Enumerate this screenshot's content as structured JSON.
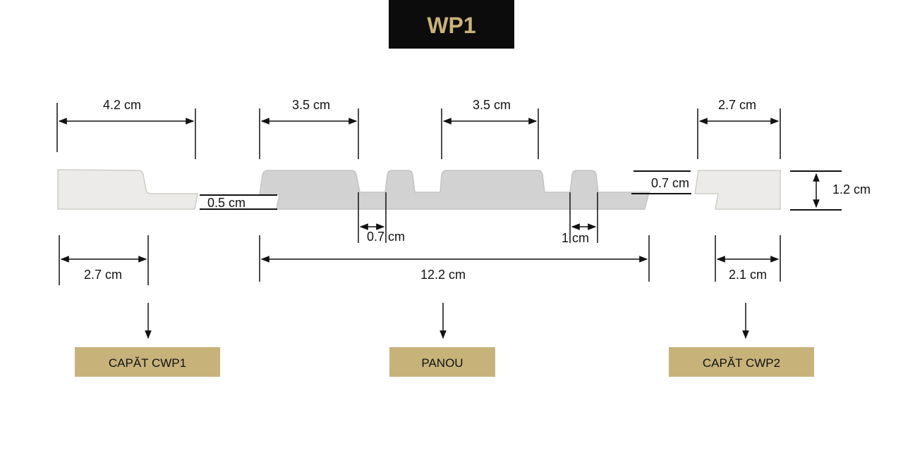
{
  "title": "WP1",
  "colors": {
    "title_bg": "#0c0c0c",
    "title_text": "#c9b27a",
    "label_bg": "#c7b27a",
    "end_piece": "#ecebe9",
    "panel": "#d2d2d2"
  },
  "dimensions": {
    "cwp1_width": "4.2 cm",
    "panel_ridge_1": "3.5 cm",
    "panel_ridge_2": "3.5 cm",
    "cwp2_width": "2.7 cm",
    "tongue_height": "0.5 cm",
    "groove_height": "0.7 cm",
    "total_height": "1.2 cm",
    "groove_1_width_num": "0.7",
    "groove_1_width_unit": "cm",
    "groove_2_width_num": "1",
    "groove_2_width_unit": "cm",
    "cwp1_bottom": "2.7 cm",
    "panel_total": "12.2 cm",
    "cwp2_bottom": "2.1 cm"
  },
  "labels": {
    "left": "CAPĂT CWP1",
    "center": "PANOU",
    "right": "CAPĂT CWP2"
  }
}
